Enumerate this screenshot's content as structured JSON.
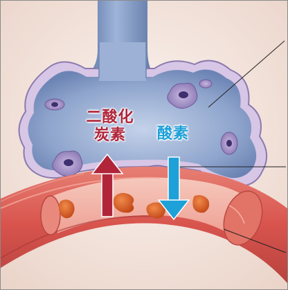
{
  "labels": {
    "co2_line1": "二酸化",
    "co2_line2": "炭素",
    "o2": "酸素"
  },
  "colors": {
    "co2": "#b0253a",
    "o2": "#1ea0d8",
    "alveolus": "#8fa6cf",
    "capillary": "#d9584f",
    "red_blood_cell": "#d2551f",
    "background": "#f4e6df"
  },
  "icons": {
    "co2_arrow": "arrow-up",
    "o2_arrow": "arrow-down"
  }
}
